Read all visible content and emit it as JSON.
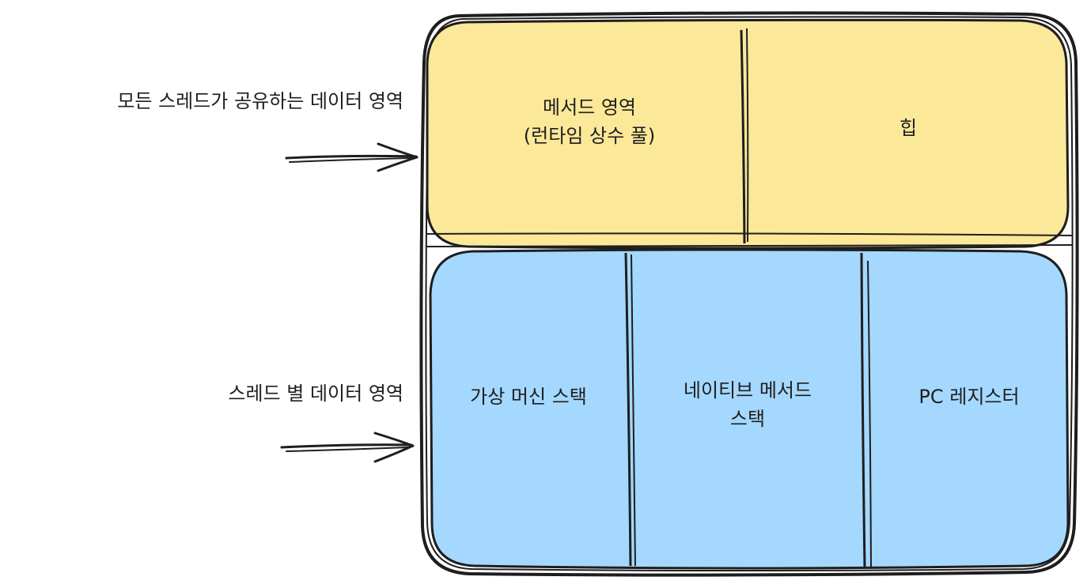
{
  "side_labels": {
    "shared": "모든 스레드가 공유하는 데이터 영역",
    "per_thread": "스레드 별 데이터 영역"
  },
  "shared_area": {
    "method_area_line1": "메서드 영역",
    "method_area_line2": "(런타임 상수 풀)",
    "heap": "힙"
  },
  "thread_area": {
    "vm_stack": "가상 머신 스택",
    "native_stack_line1": "네이티브 메서드",
    "native_stack_line2": "스택",
    "pc_register": "PC 레지스터"
  },
  "colors": {
    "shared_fill": "#fbe899",
    "thread_fill": "#a5d8ff",
    "stroke": "#1e1e1e"
  }
}
